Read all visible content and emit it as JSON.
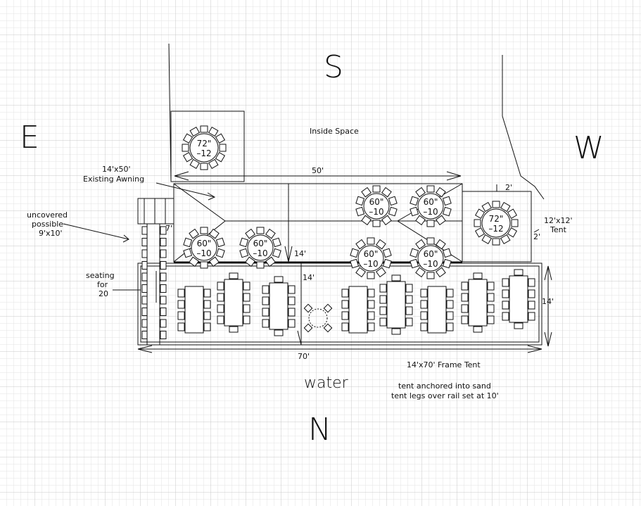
{
  "compass": {
    "south": "S",
    "east": "E",
    "west": "W",
    "north": "N"
  },
  "labels": {
    "inside_space": "Inside Space",
    "awning_line1": "14'x50'",
    "awning_line2": "Existing Awning",
    "uncovered_line1": "uncovered",
    "uncovered_line2": "possible",
    "uncovered_line3": "9'x10'",
    "seating_line1": "seating",
    "seating_line2": "for",
    "seating_line3": "20",
    "dim_50": "50'",
    "dim_14_awning": "14'",
    "dim_14_tent": "14'",
    "dim_14_right": "14'",
    "dim_70": "70'",
    "dim_2_top": "2'",
    "dim_2_side": "2'",
    "dim_7": "7'",
    "tent12_line1": "12'x12'",
    "tent12_line2": "Tent",
    "frame_tent": "14'x70' Frame Tent",
    "water": "water",
    "note_line1": "tent anchored into sand",
    "note_line2": "tent legs over rail set at 10'"
  },
  "round_tables": [
    {
      "size": "72\"",
      "seats": "–12",
      "chairs": 12
    },
    {
      "size": "60\"",
      "seats": "–10",
      "chairs": 10
    },
    {
      "size": "60\"",
      "seats": "–10",
      "chairs": 10
    },
    {
      "size": "60\"",
      "seats": "–10",
      "chairs": 10
    },
    {
      "size": "60\"",
      "seats": "–10",
      "chairs": 10
    },
    {
      "size": "60\"",
      "seats": "–10",
      "chairs": 10
    },
    {
      "size": "60\"",
      "seats": "–10",
      "chairs": 10
    },
    {
      "size": "72\"",
      "seats": "–12",
      "chairs": 12
    }
  ],
  "banquet_tables": [
    {
      "chairs_per_side": 4,
      "end_chairs": 0
    },
    {
      "chairs_per_side": 4,
      "end_chairs": 1
    },
    {
      "chairs_per_side": 4,
      "end_chairs": 1
    },
    {
      "chairs_per_side": 4,
      "end_chairs": 0
    },
    {
      "chairs_per_side": 4,
      "end_chairs": 1
    },
    {
      "chairs_per_side": 4,
      "end_chairs": 0
    },
    {
      "chairs_per_side": 4,
      "end_chairs": 1
    },
    {
      "chairs_per_side": 4,
      "end_chairs": 1
    }
  ],
  "colors": {
    "grid_minor": "#e3e3e3",
    "grid_major": "#c8c8c8",
    "ink": "#111111"
  }
}
